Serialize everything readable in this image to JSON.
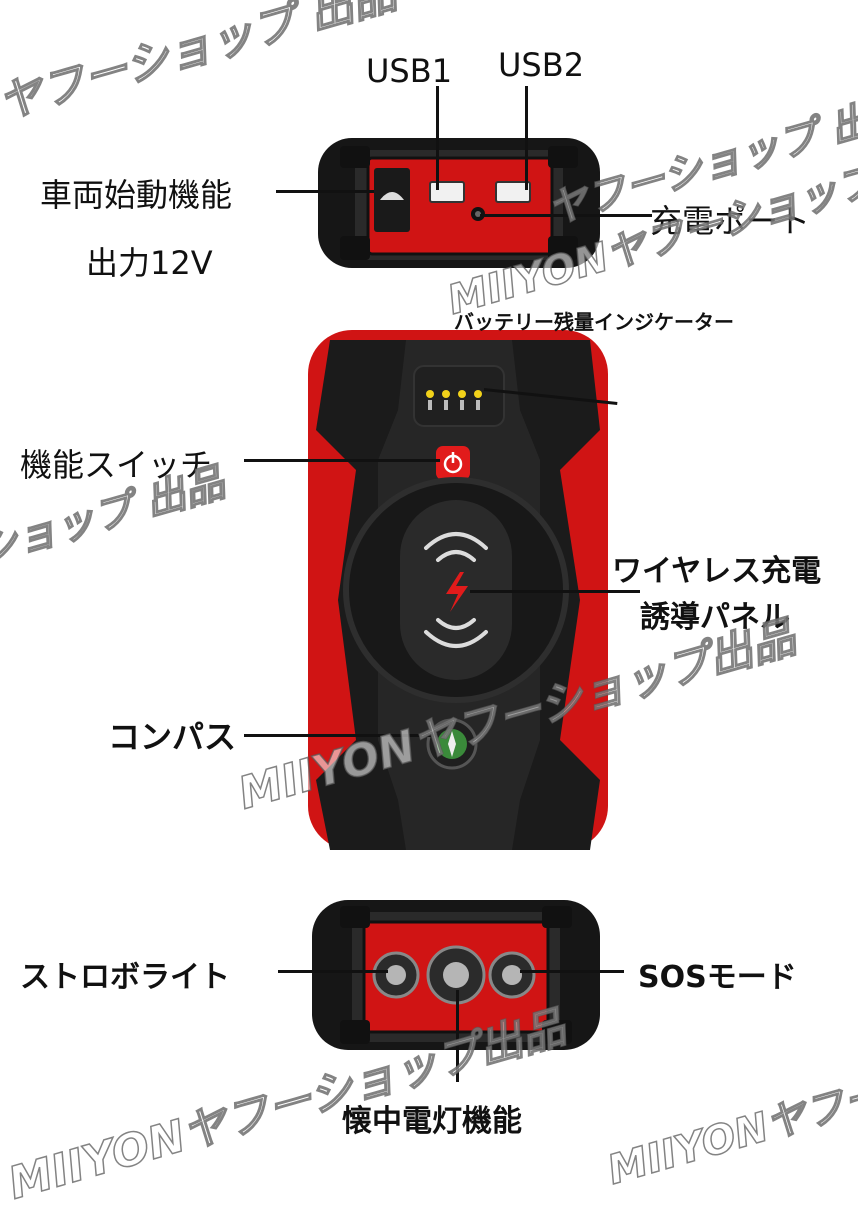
{
  "labels": {
    "usb1": "USB1",
    "usb2": "USB2",
    "car_start": "車両始動機能",
    "output": "出力12V",
    "charge_port": "充電ポート",
    "battery_indicator": "バッテリー残量インジケーター",
    "function_switch": "機能スイッチ",
    "wireless_line1": "ワイヤレス充電",
    "wireless_line2": "誘導パネル",
    "compass": "コンパス",
    "strobe": "ストロボライト",
    "sos": "SOSモード",
    "flashlight": "懐中電灯機能"
  },
  "watermarks": {
    "shop": "ヤフーショップ 出品",
    "shop_short": "ショップ 出品",
    "brand": "MIIYONヤフーショップ出品",
    "brand_short": "MIIYONヤフー"
  },
  "colors": {
    "device_red": "#d01414",
    "device_black": "#161616",
    "indicator_led": "#f2d21a",
    "accent_red": "#e11b1b"
  }
}
